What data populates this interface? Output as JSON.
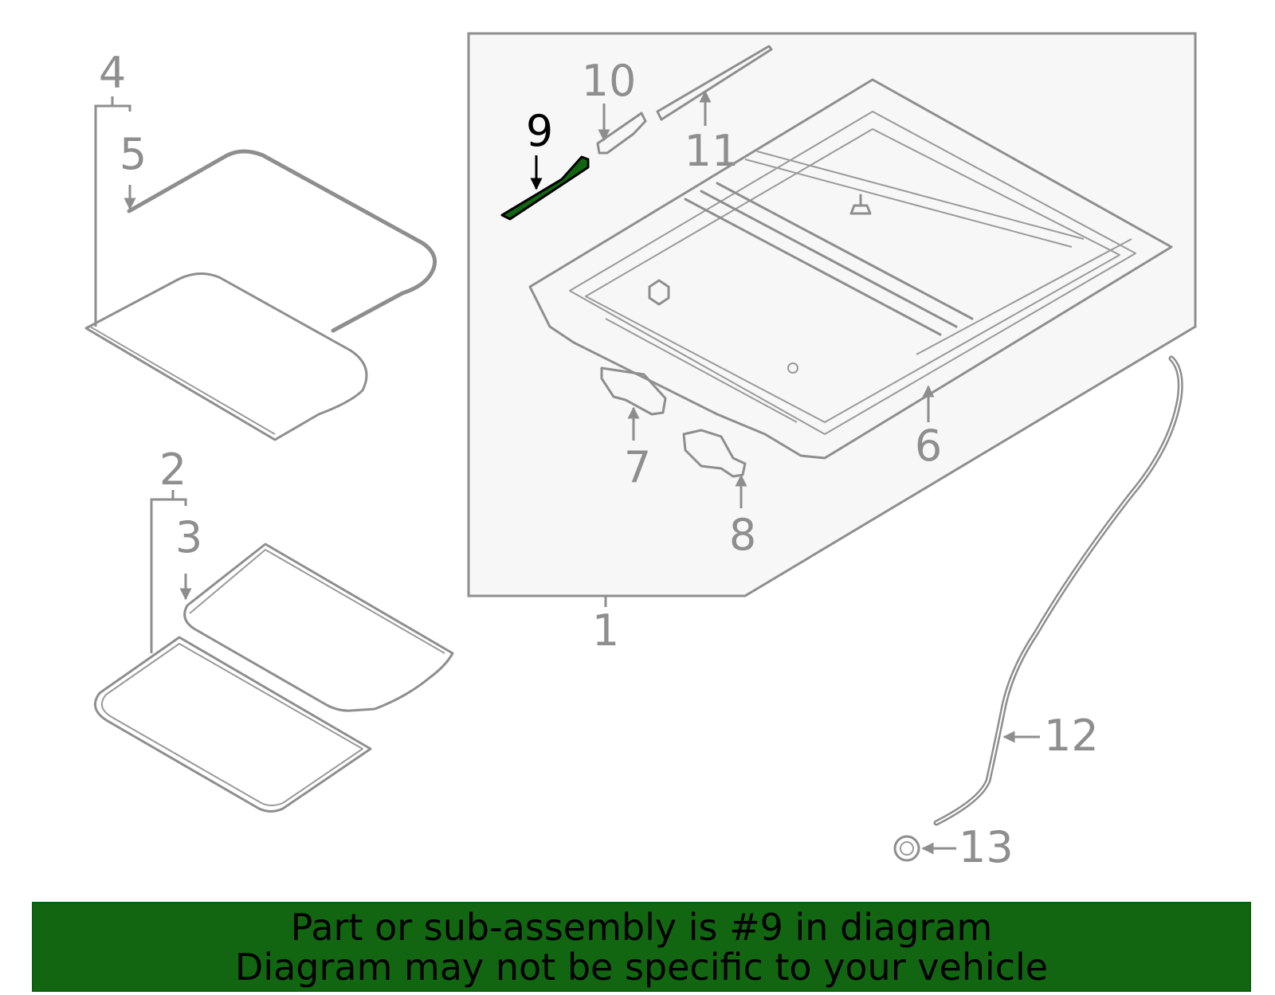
{
  "diagram": {
    "highlighted_callout": "9",
    "highlight_color": "#126612",
    "callouts": [
      {
        "id": "1",
        "label": "1"
      },
      {
        "id": "2",
        "label": "2"
      },
      {
        "id": "3",
        "label": "3"
      },
      {
        "id": "4",
        "label": "4"
      },
      {
        "id": "5",
        "label": "5"
      },
      {
        "id": "6",
        "label": "6"
      },
      {
        "id": "7",
        "label": "7"
      },
      {
        "id": "8",
        "label": "8"
      },
      {
        "id": "9",
        "label": "9"
      },
      {
        "id": "10",
        "label": "10"
      },
      {
        "id": "11",
        "label": "11"
      },
      {
        "id": "12",
        "label": "12"
      },
      {
        "id": "13",
        "label": "13"
      }
    ]
  },
  "footer": {
    "line1": "Part or sub-assembly is #9 in diagram",
    "line2": "Diagram may not be specific to your vehicle",
    "background": "#126612"
  }
}
